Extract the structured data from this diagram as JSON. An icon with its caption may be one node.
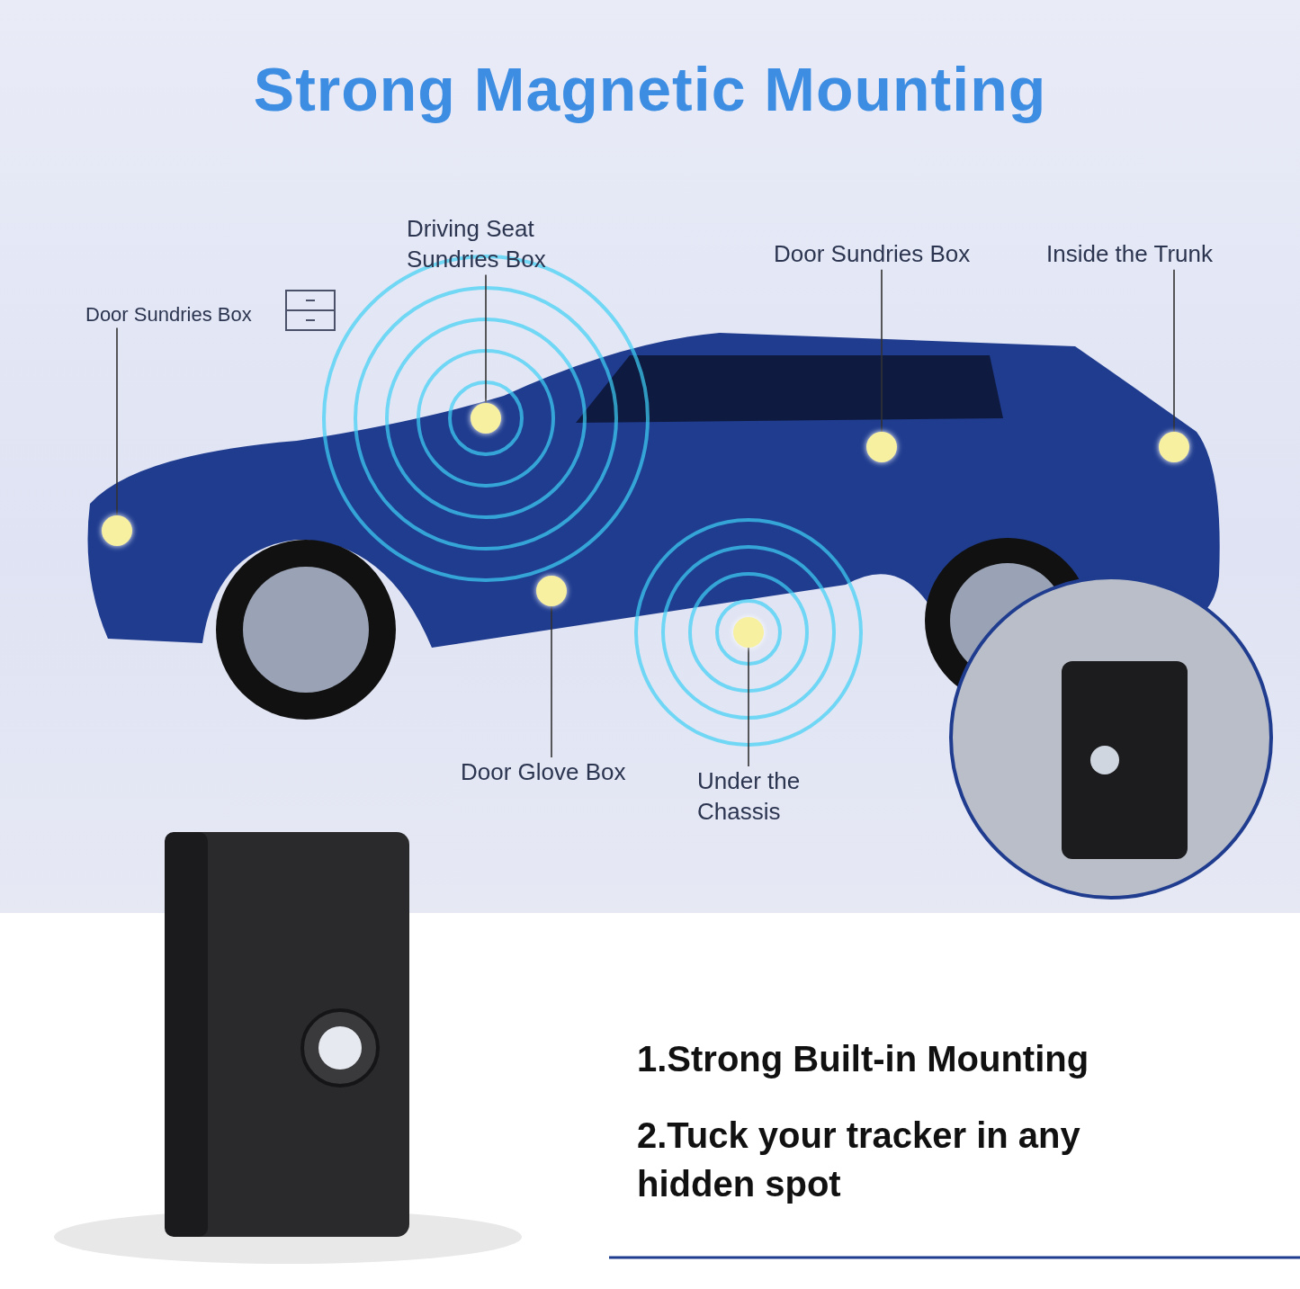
{
  "diagram": {
    "title": "Strong Magnetic Mounting",
    "nodes": [
      {
        "text": [
          "Door Sundries Box"
        ]
      },
      {
        "text": [
          "Driving Seat Sundries Box"
        ]
      },
      {
        "text": [
          "Door Sundries Box"
        ]
      },
      {
        "text": [
          "Inside the Trunk"
        ]
      },
      {
        "text": [
          "Door Glove Box"
        ]
      },
      {
        "text": [
          "Under the Chassis"
        ]
      },
      {
        "text": [],
        "shape": "circle"
      },
      {
        "text": [],
        "shape": "circle"
      },
      {
        "text": [],
        "shape": "circle"
      },
      {
        "text": [],
        "shape": "circle"
      },
      {
        "text": [],
        "shape": "circle"
      },
      {
        "text": [],
        "shape": "circle"
      }
    ],
    "edges": [
      {
        "from": 0,
        "to": 6,
        "arrow": "none"
      },
      {
        "from": 1,
        "to": 7,
        "arrow": "none"
      },
      {
        "from": 2,
        "to": 10,
        "arrow": "none"
      },
      {
        "from": 3,
        "to": 11,
        "arrow": "none"
      },
      {
        "from": 4,
        "to": 8,
        "arrow": "none"
      },
      {
        "from": 5,
        "to": 9,
        "arrow": "none"
      }
    ],
    "labels": [
      "1.Strong Built-in Mounting",
      "2.Tuck your tracker in any hidden spot"
    ]
  }
}
